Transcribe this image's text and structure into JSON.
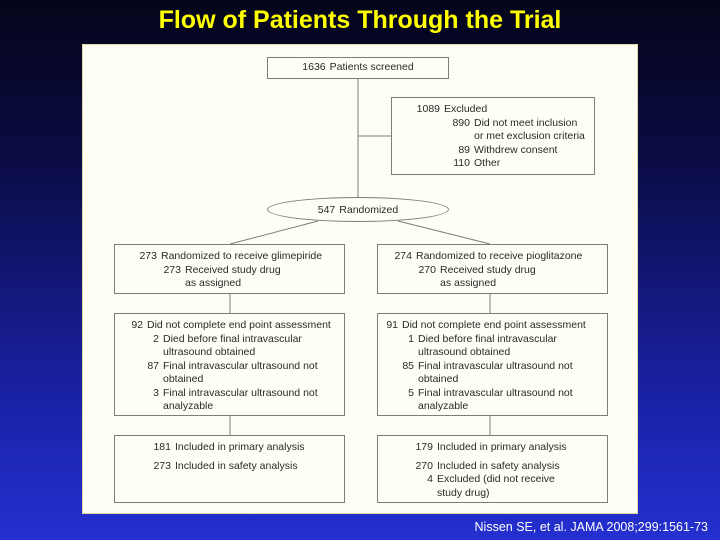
{
  "title": "Flow of Patients Through the Trial",
  "citation": "Nissen SE, et al. JAMA 2008;299:1561-73",
  "screened": {
    "count": "1636",
    "label": "Patients screened"
  },
  "excluded": {
    "count": "1089",
    "label": "Excluded",
    "items": [
      {
        "count": "890",
        "label": "Did not meet inclusion",
        "label2": "or met exclusion criteria"
      },
      {
        "count": "89",
        "label": "Withdrew consent"
      },
      {
        "count": "110",
        "label": "Other"
      }
    ]
  },
  "randomized": {
    "count": "547",
    "label": "Randomized"
  },
  "arm_left": {
    "allocation": {
      "count1": "273",
      "label1": "Randomized to receive glimepiride",
      "count2": "273",
      "label2": "Received study drug",
      "label3": "as assigned"
    },
    "incomplete": {
      "count": "92",
      "label": "Did not complete end point assessment",
      "items": [
        {
          "count": "2",
          "label": "Died before final intravascular",
          "label2": "ultrasound obtained"
        },
        {
          "count": "87",
          "label": "Final intravascular ultrasound not",
          "label2": "obtained"
        },
        {
          "count": "3",
          "label": "Final intravascular ultrasound not",
          "label2": "analyzable"
        }
      ]
    },
    "analysis": {
      "primary_count": "181",
      "primary_label": "Included in primary analysis",
      "safety_count": "273",
      "safety_label": "Included in safety analysis"
    }
  },
  "arm_right": {
    "allocation": {
      "count1": "274",
      "label1": "Randomized to receive pioglitazone",
      "count2": "270",
      "label2": "Received study drug",
      "label3": "as assigned"
    },
    "incomplete": {
      "count": "91",
      "label": "Did not complete end point assessment",
      "items": [
        {
          "count": "1",
          "label": "Died before final intravascular",
          "label2": "ultrasound obtained"
        },
        {
          "count": "85",
          "label": "Final intravascular ultrasound not",
          "label2": "obtained"
        },
        {
          "count": "5",
          "label": "Final intravascular ultrasound not",
          "label2": "analyzable"
        }
      ]
    },
    "analysis": {
      "primary_count": "179",
      "primary_label": "Included in primary analysis",
      "safety_count": "270",
      "safety_label": "Included in safety analysis",
      "excluded_count": "4",
      "excluded_label": "Excluded (did not receive",
      "excluded_label2": "study drug)"
    }
  }
}
